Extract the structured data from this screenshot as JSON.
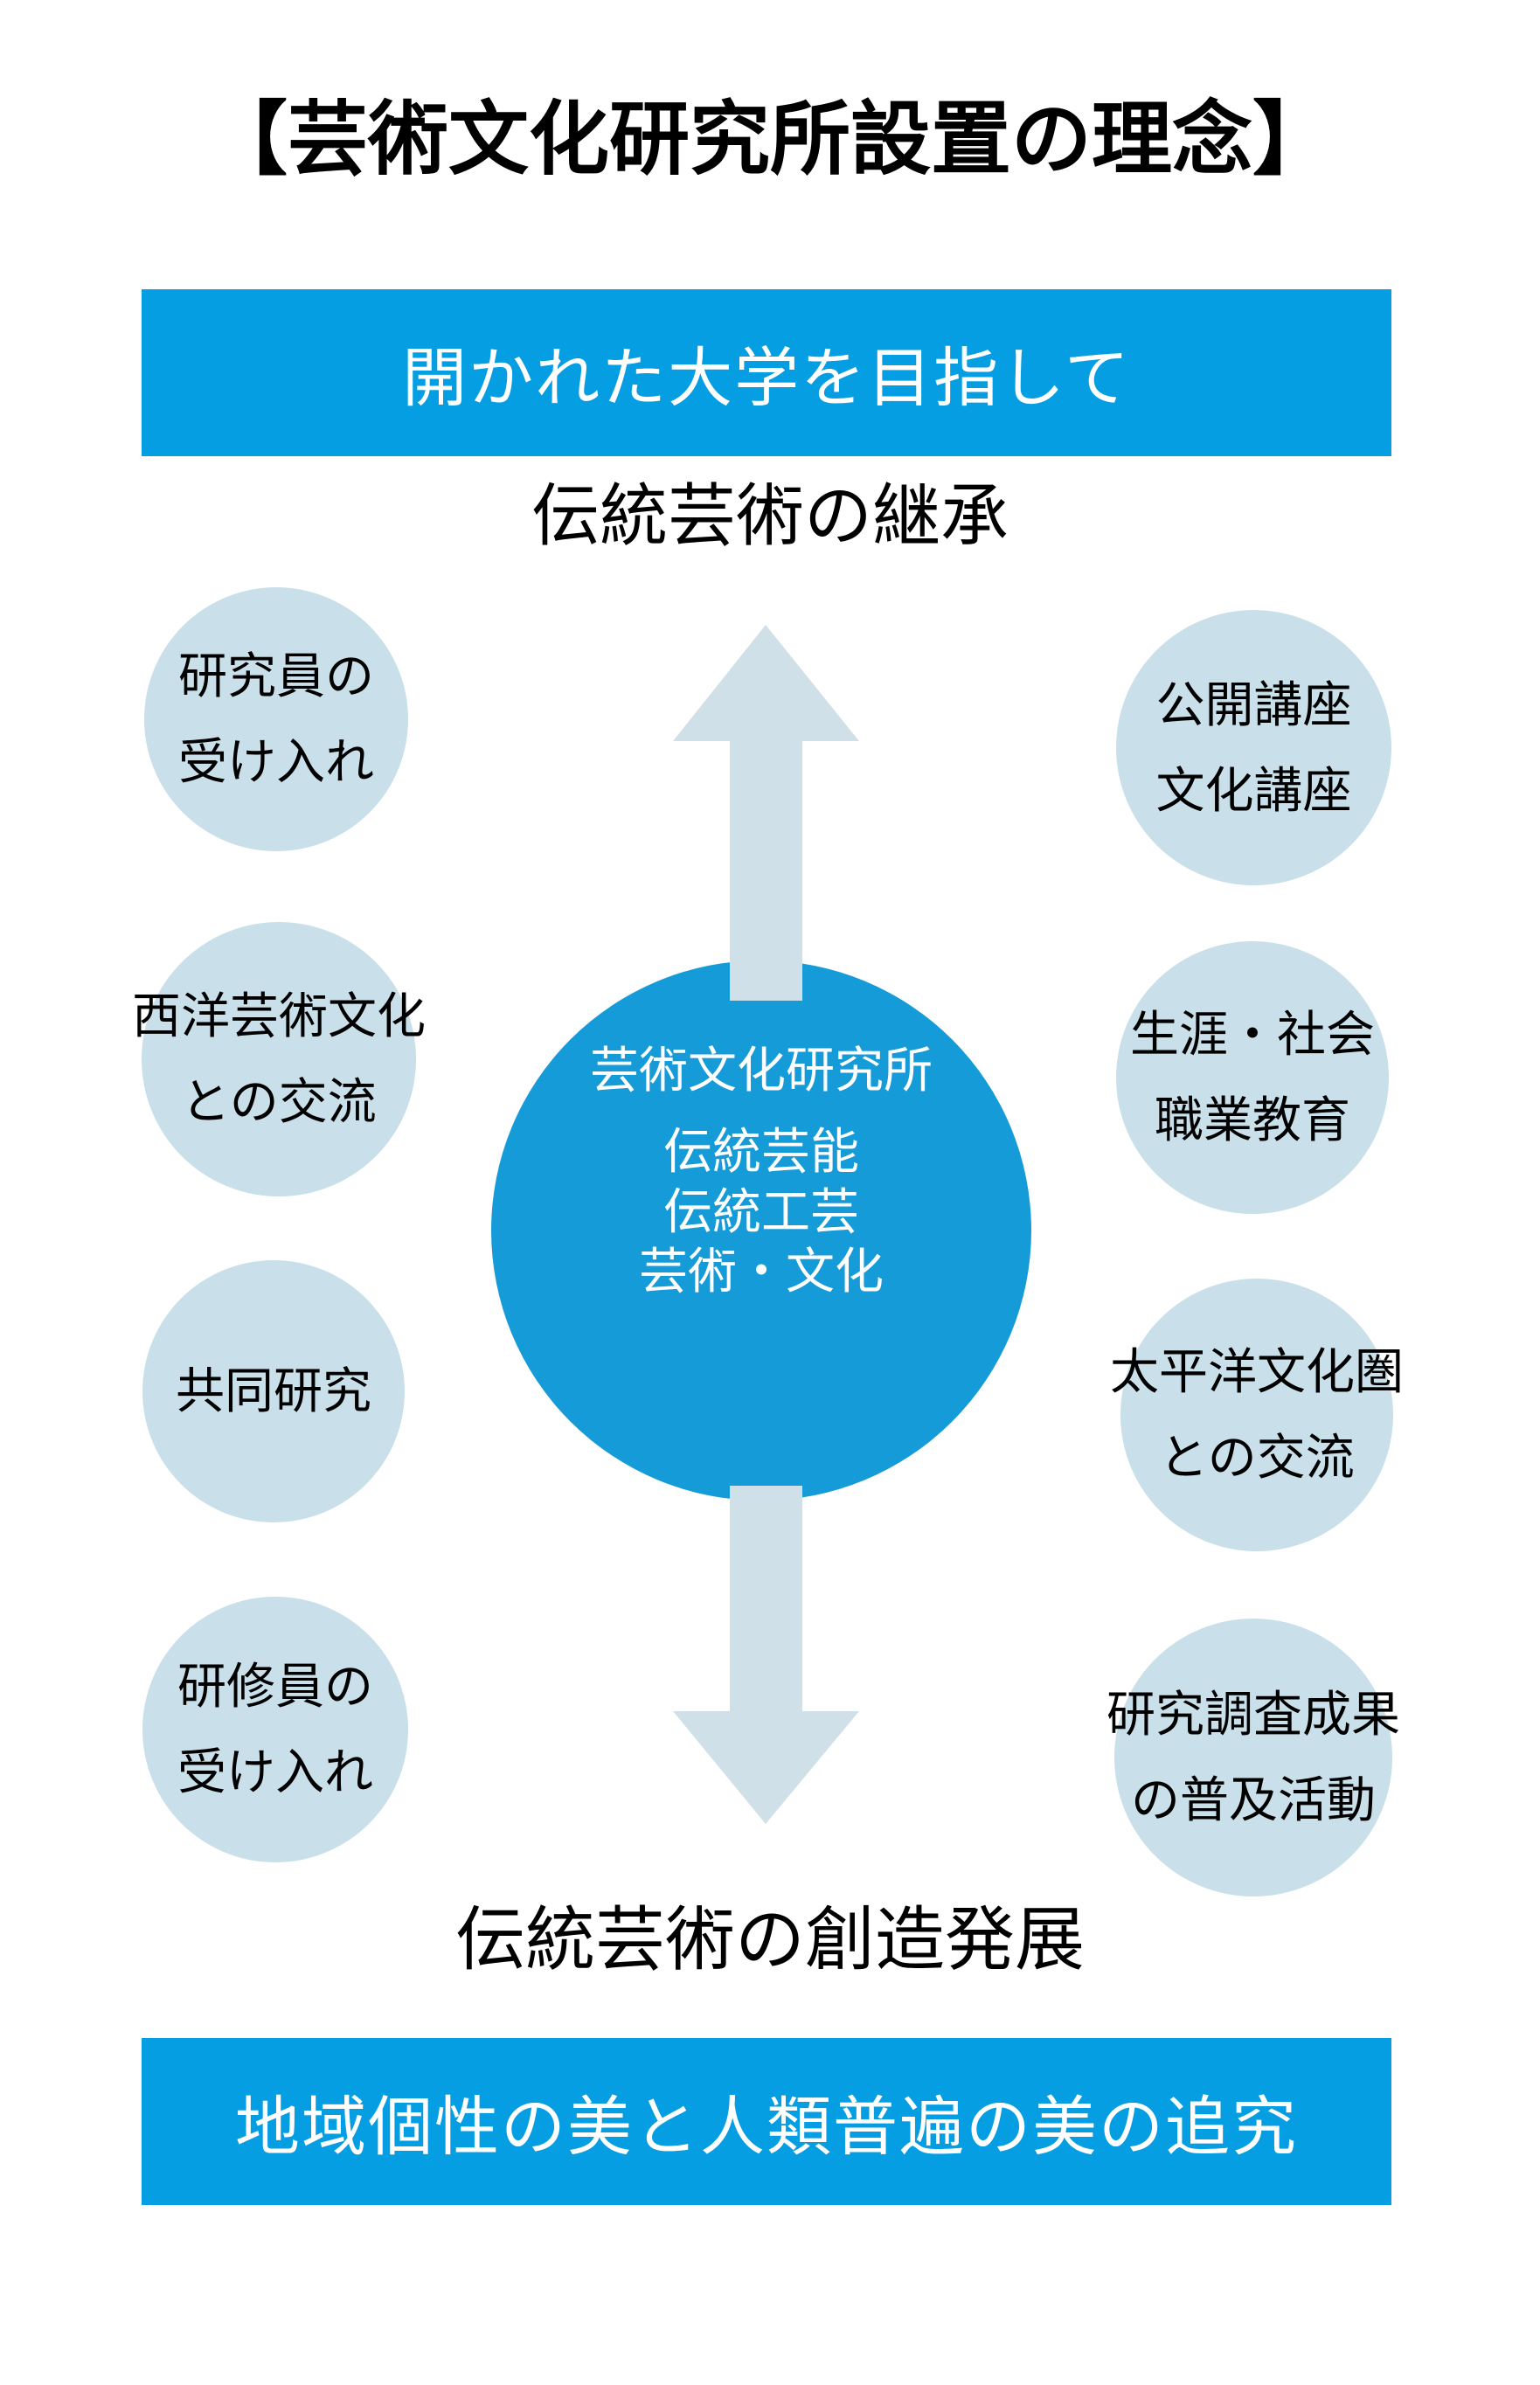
{
  "title": "【芸術文化研究所設置の理念】",
  "top_banner": {
    "label": "開かれた大学を目指して"
  },
  "top_caption": "伝統芸術の継承",
  "bottom_caption": "伝統芸術の創造発展",
  "bottom_banner": {
    "label": "地域個性の美と人類普遍の美の追究"
  },
  "center_circle": {
    "title": "芸術文化研究所",
    "lines": [
      "伝統芸能",
      "伝統工芸",
      "芸術・文化"
    ]
  },
  "left_circles": [
    {
      "lines": [
        "研究員の",
        "受け入れ"
      ]
    },
    {
      "lines": [
        "西洋芸術文化",
        "との交流"
      ]
    },
    {
      "lines": [
        "共同研究"
      ]
    },
    {
      "lines": [
        "研修員の",
        "受け入れ"
      ]
    }
  ],
  "right_circles": [
    {
      "lines": [
        "公開講座",
        "文化講座"
      ]
    },
    {
      "lines": [
        "生涯・社会",
        "職業教育"
      ]
    },
    {
      "lines": [
        "太平洋文化圏",
        "との交流"
      ]
    },
    {
      "lines": [
        "研究調査成果",
        "の普及活動"
      ]
    }
  ],
  "icons": {
    "up_arrow_icon": "upward block arrow",
    "down_arrow_icon": "downward block arrow"
  },
  "colors": {
    "banner_blue": "#059ee3",
    "circle_blue": "#169bd9",
    "bubble_blue": "#c9dfe9",
    "arrow_blue": "#cfe0e9",
    "text_black": "#000000",
    "text_white": "#ffffff"
  }
}
